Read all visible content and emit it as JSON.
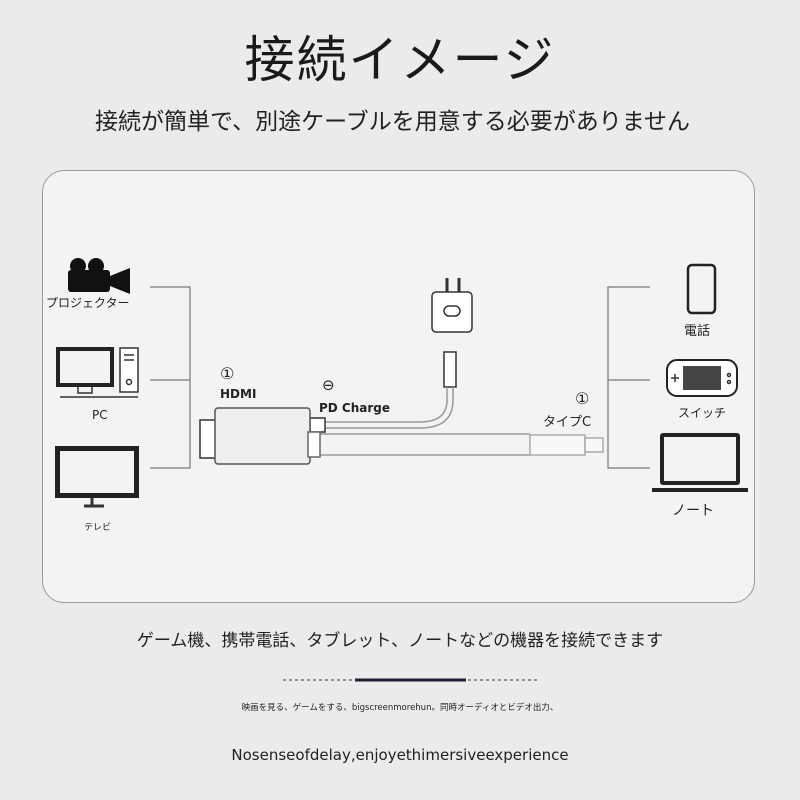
{
  "title": "接続イメージ",
  "subtitle": "接続が簡単で、別途ケーブルを用意する必要がありません",
  "left_devices": [
    {
      "label": "プロジェクター",
      "icon": "video-camera-icon"
    },
    {
      "label": "PC",
      "icon": "desktop-pc-icon"
    },
    {
      "label": "テレビ",
      "icon": "tv-icon"
    }
  ],
  "right_devices": [
    {
      "label": "電話",
      "icon": "smartphone-icon"
    },
    {
      "label": "スイッチ",
      "icon": "game-console-icon"
    },
    {
      "label": "ノート",
      "icon": "laptop-icon"
    }
  ],
  "hdmi": {
    "num": "①",
    "label": "HDMI"
  },
  "pd": {
    "num": "⊖",
    "label": "PD Charge"
  },
  "typec": {
    "num": "①",
    "label": "タイプC"
  },
  "caption": "ゲーム機、携帯電話、タブレット、ノートなどの機器を接続できます",
  "small_text": "映画を見る、ゲームをする、bigscreenmorehun。同時オーディオとビデオ出力、",
  "english": "Nosenseofdelay,enjoyethimersiveexperience"
}
